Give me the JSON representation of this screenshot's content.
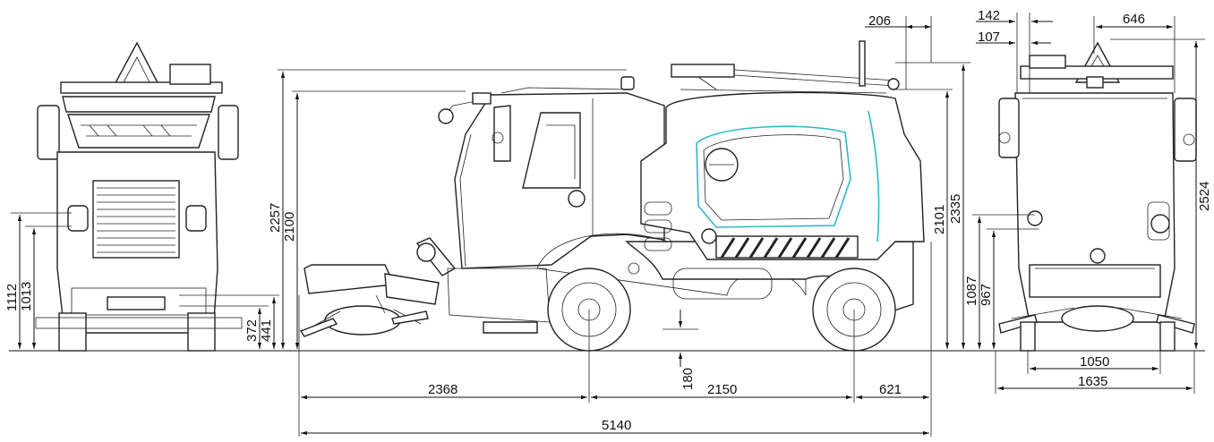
{
  "dimensions": {
    "front_view": {
      "h1112": "1112",
      "h1013": "1013",
      "h372": "372",
      "h441": "441"
    },
    "side_view": {
      "h2257": "2257",
      "h2100": "2100",
      "h2101": "2101",
      "h2335": "2335",
      "top206": "206",
      "clear180": "180",
      "len2368": "2368",
      "len2150": "2150",
      "len621": "621",
      "total5140": "5140"
    },
    "rear_view": {
      "top142": "142",
      "top107": "107",
      "top646": "646",
      "h2524": "2524",
      "h1087": "1087",
      "h967": "967",
      "w1050": "1050",
      "w1635": "1635"
    }
  },
  "colors": {
    "line": "#111111",
    "accent": "#2fb8c8",
    "background": "#ffffff"
  }
}
